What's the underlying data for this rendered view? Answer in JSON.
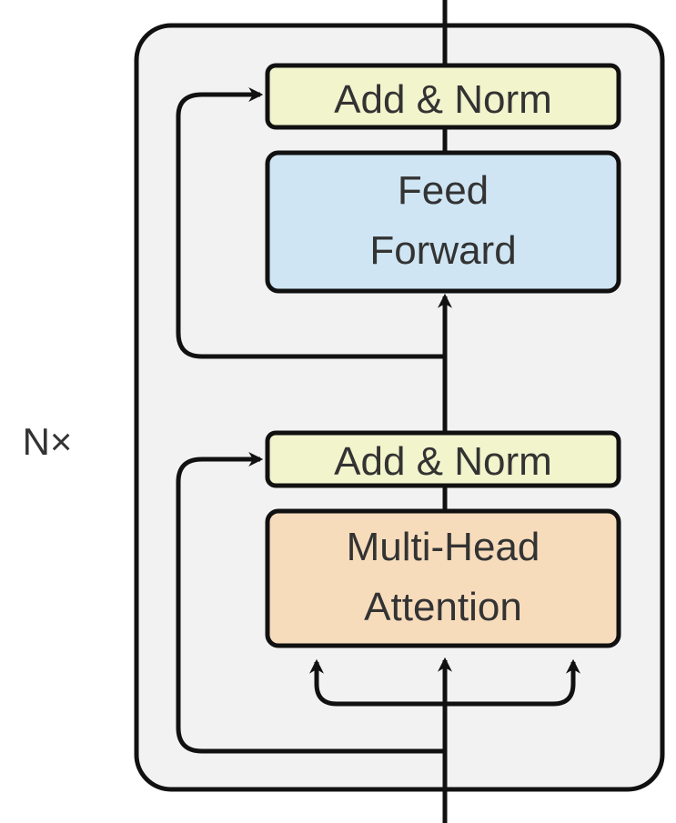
{
  "repeat_label": "N×",
  "blocks": {
    "add_norm_top": {
      "label": "Add & Norm"
    },
    "feed_forward": {
      "line1": "Feed",
      "line2": "Forward"
    },
    "add_norm_bottom": {
      "label": "Add & Norm"
    },
    "attention": {
      "line1": "Multi-Head",
      "line2": "Attention"
    }
  },
  "colors": {
    "add_norm_fill": "#f2f4cc",
    "feed_forward_fill": "#cfe5f3",
    "attention_fill": "#f7dcbc",
    "container_fill": "#f2f2f2",
    "stroke": "#111111"
  }
}
